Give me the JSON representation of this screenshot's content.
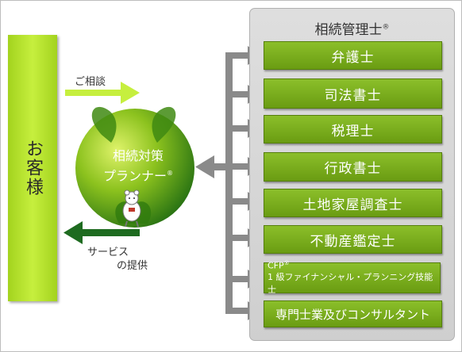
{
  "customer": {
    "label": "お客様"
  },
  "consult": {
    "label": "ご相談"
  },
  "service": {
    "line1": "サービス",
    "line2": "の提供"
  },
  "planner": {
    "line1": "相続対策",
    "line2": "プランナー",
    "mark": "®"
  },
  "panel": {
    "title": "相続管理士",
    "title_mark": "®",
    "items": [
      "弁護士",
      "司法書士",
      "税理士",
      "行政書士",
      "土地家屋調査士",
      "不動産鑑定士",
      "CFP",
      "専門士業及びコンサルタント"
    ],
    "cfp_mark": "®",
    "cfp_sub": "1 級ファイナンシャル・プランニング技能士"
  },
  "colors": {
    "lime": "#c6ef3e",
    "dark_green": "#1e6b20",
    "item_green": "#7aad1c",
    "gray_arrow": "#8a8a8a"
  }
}
